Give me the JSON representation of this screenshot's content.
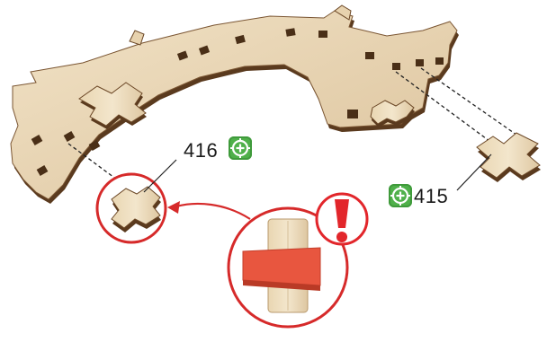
{
  "callouts": [
    {
      "id": "part-416",
      "label": "416",
      "icon": "add-part-icon",
      "icon_color": "#4fb04a"
    },
    {
      "id": "part-415",
      "label": "415",
      "icon": "add-part-icon",
      "icon_color": "#4fb04a"
    }
  ],
  "warning": {
    "icon": "exclamation-warning-icon",
    "color": "#e2262b"
  },
  "colors": {
    "wood_face": "#ead8b8",
    "wood_edge": "#5a3a1e",
    "highlight_ring": "#d62a2a",
    "orientation_band": "#e8563f"
  }
}
